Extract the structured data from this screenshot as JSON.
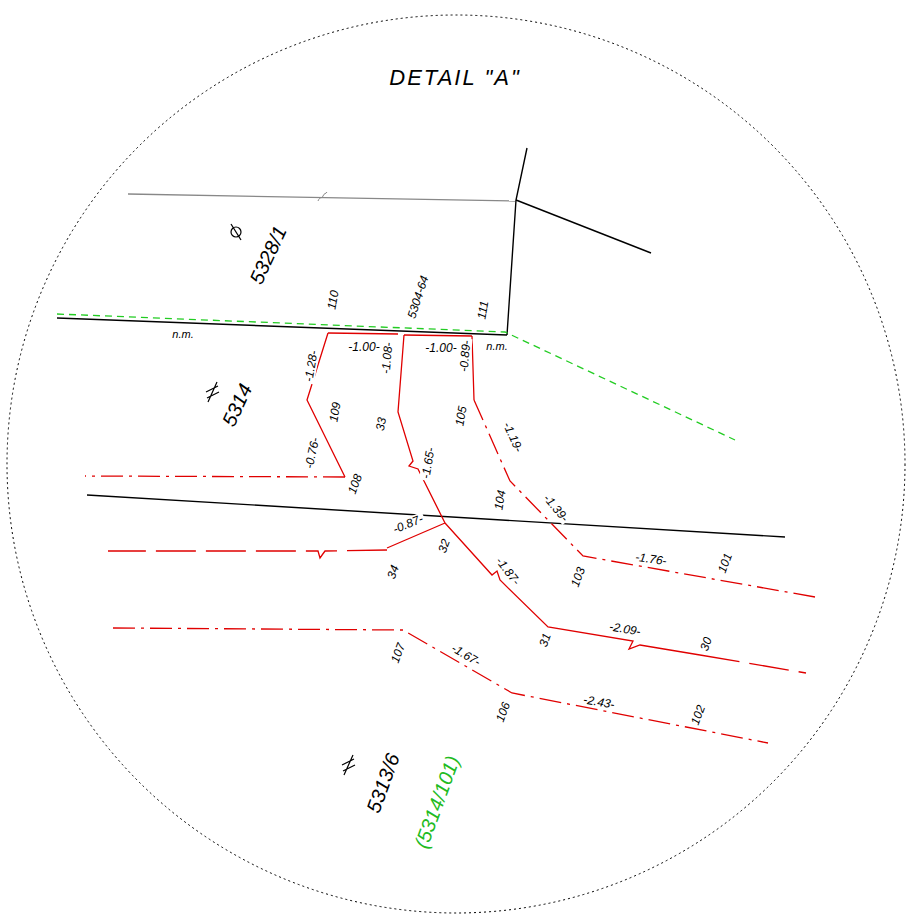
{
  "diagram": {
    "title": "DETAIL \"A\"",
    "labels": [
      "5328/1",
      "110",
      "5304-64",
      "111",
      "n.m.",
      "n.m.",
      "5314",
      "-1.28-",
      "-1.00-",
      "-1.00-",
      "-1.08-",
      "-0.89-",
      "109",
      "33",
      "105",
      "-1.19-",
      "-0.76-",
      "108",
      "-1.65-",
      "104",
      "-1.39-",
      "-0.87-",
      "32",
      "34",
      "-1.87-",
      "103",
      "-1.76-",
      "101",
      "31",
      "-2.09-",
      "30",
      "107",
      "-1.67-",
      "106",
      "-2.43-",
      "102",
      "5313/6",
      "(5314/101)"
    ]
  }
}
